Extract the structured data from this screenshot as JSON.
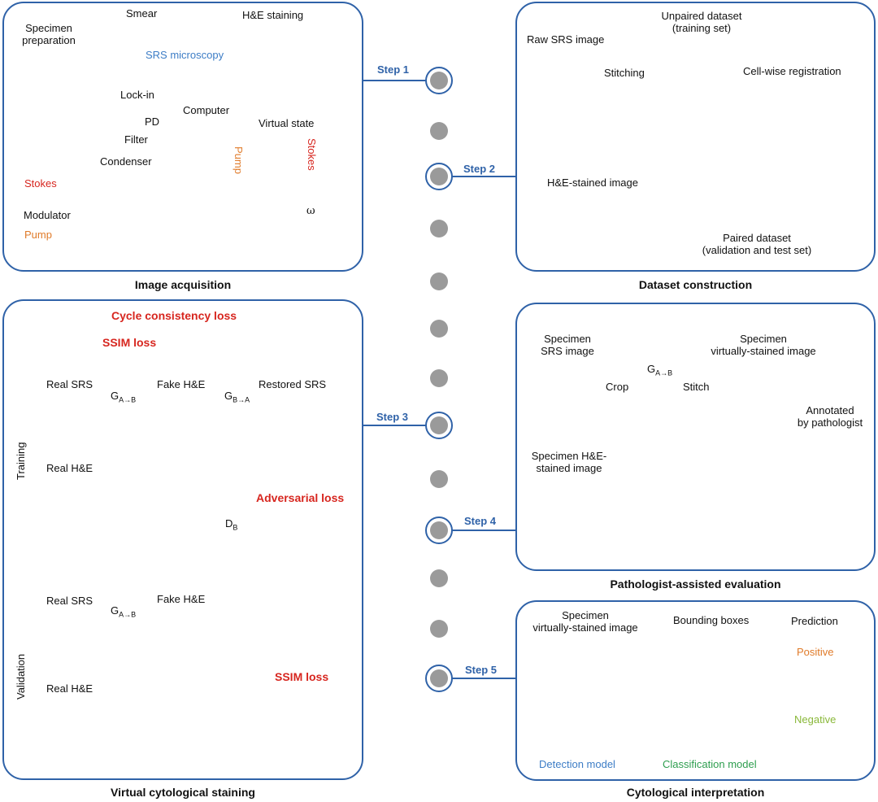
{
  "steps": [
    "Step 1",
    "Step 2",
    "Step 3",
    "Step 4",
    "Step 5"
  ],
  "panel1": {
    "caption": "Image acquisition",
    "specimen_prep": "Specimen\npreparation",
    "smear": "Smear",
    "he_staining": "H&E staining",
    "srs_microscopy": "SRS microscopy",
    "lock_in": "Lock-in",
    "computer": "Computer",
    "pd": "PD",
    "filter": "Filter",
    "condenser": "Condenser",
    "stokes": "Stokes",
    "modulator": "Modulator",
    "pump": "Pump",
    "virtual_state": "Virtual state",
    "pump_vertical": "Pump",
    "stokes_vertical": "Stokes",
    "omega": "ω"
  },
  "panel2": {
    "caption": "Dataset construction",
    "raw_srs": "Raw SRS image",
    "stitching": "Stitching",
    "unpaired": "Unpaired dataset\n(training set)",
    "cell_wise": "Cell-wise registration",
    "he_stained": "H&E-stained image",
    "paired": "Paired dataset\n(validation and test set)"
  },
  "panel3": {
    "caption": "Virtual cytological staining",
    "cycle_loss": "Cycle consistency loss",
    "ssim_loss_top": "SSIM loss",
    "real_srs": "Real SRS",
    "fake_he": "Fake H&E",
    "restored_srs": "Restored SRS",
    "g_ab": "G",
    "g_ab_sub": "A→B",
    "g_ba": "G",
    "g_ba_sub": "B→A",
    "training": "Training",
    "real_he": "Real H&E",
    "adversarial": "Adversarial loss",
    "d_b": "D",
    "d_b_sub": "B",
    "validation": "Validation",
    "real_srs_val": "Real SRS",
    "fake_he_val": "Fake H&E",
    "g_ab_val": "G",
    "g_ab_val_sub": "A→B",
    "real_he_val": "Real H&E",
    "ssim_loss_val": "SSIM loss"
  },
  "panel4": {
    "caption": "Pathologist-assisted evaluation",
    "specimen_srs": "Specimen\nSRS image",
    "crop": "Crop",
    "g": "G",
    "g_sub": "A→B",
    "stitch": "Stitch",
    "specimen_virtual": "Specimen\nvirtually-stained image",
    "annotated": "Annotated\nby pathologist",
    "specimen_he": "Specimen H&E-\nstained image"
  },
  "panel5": {
    "caption": "Cytological interpretation",
    "specimen_virtual": "Specimen\nvirtually-stained image",
    "bounding_boxes": "Bounding boxes",
    "prediction": "Prediction",
    "positive": "Positive",
    "negative": "Negative",
    "detection_model": "Detection model",
    "classification_model": "Classification model"
  },
  "colors": {
    "panel_border": "#2f62a8",
    "red": "#d7261f",
    "orange": "#e07b2a",
    "blue_net": "#5b8fc7",
    "green_net": "#2e9e4f",
    "green_bg": "#d5ecdc",
    "blue_bg": "#d3e3f1",
    "purple": "#8a4fb8"
  }
}
